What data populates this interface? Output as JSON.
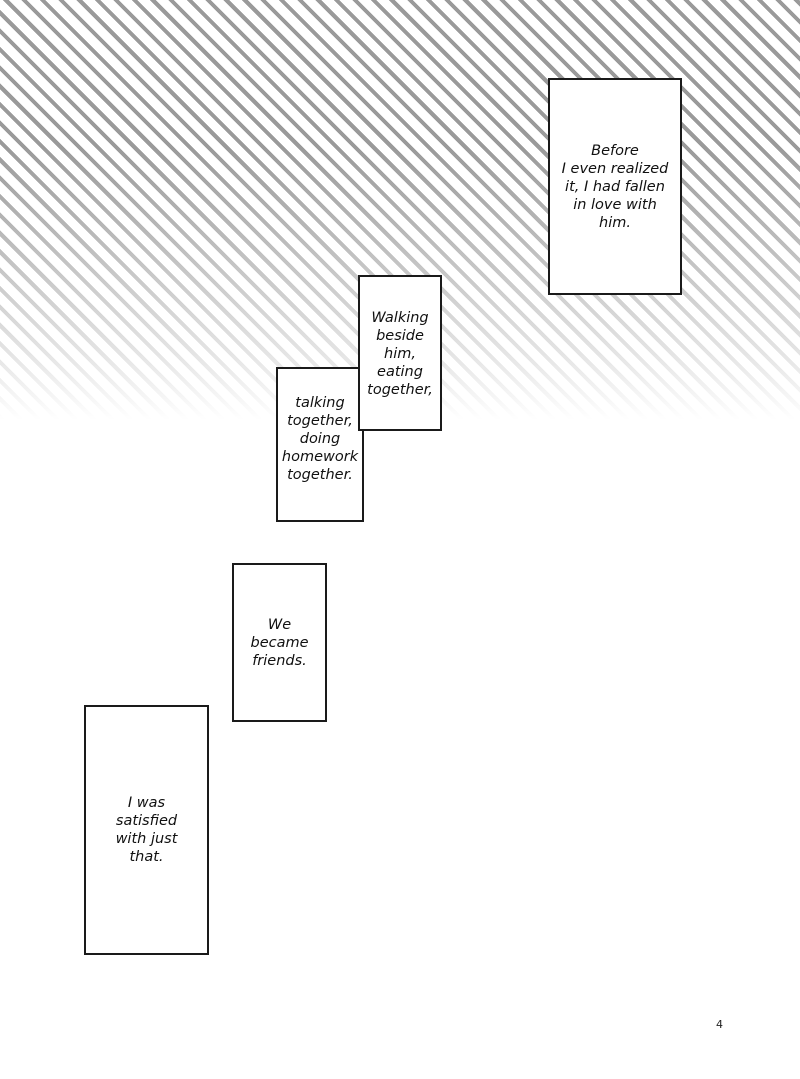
{
  "captions": {
    "before": "Before\nI even realized\nit, I had fallen\nin love with\nhim.",
    "walking": "Walking\nbeside\nhim,\neating\ntogether,",
    "talking": "talking\ntogether,\ndoing\nhomework\ntogether.",
    "friends": "We\nbecame\nfriends.",
    "satisfied": "I was\nsatisfied\nwith just\nthat."
  },
  "page_number": "4"
}
